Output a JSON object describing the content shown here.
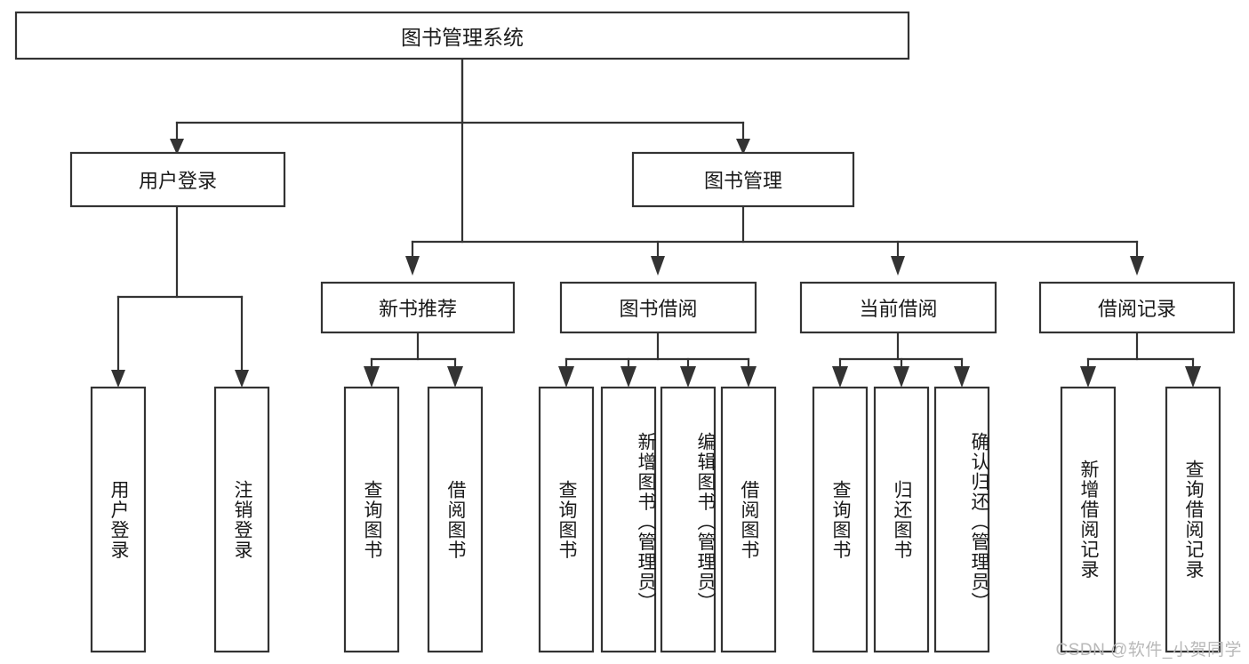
{
  "diagram": {
    "type": "tree",
    "title": "图书管理系统",
    "watermark": "CSDN @软件_小贺同学",
    "root": {
      "id": "root",
      "label": "图书管理系统",
      "orientation": "horizontal"
    },
    "level2": [
      {
        "id": "user-login",
        "label": "用户登录",
        "orientation": "horizontal"
      },
      {
        "id": "book-manage",
        "label": "图书管理",
        "orientation": "horizontal"
      }
    ],
    "level3": [
      {
        "id": "new-book-recommend",
        "label": "新书推荐",
        "parent": "book-manage",
        "orientation": "horizontal"
      },
      {
        "id": "book-borrow",
        "label": "图书借阅",
        "parent": "book-manage",
        "orientation": "horizontal"
      },
      {
        "id": "current-borrow",
        "label": "当前借阅",
        "parent": "book-manage",
        "orientation": "horizontal"
      },
      {
        "id": "borrow-record",
        "label": "借阅记录",
        "parent": "book-manage",
        "orientation": "horizontal"
      }
    ],
    "leaves": [
      {
        "id": "leaf-user-login",
        "label": "用户登录",
        "parent": "user-login",
        "orientation": "vertical"
      },
      {
        "id": "leaf-user-logout",
        "label": "注销登录",
        "parent": "user-login",
        "orientation": "vertical"
      },
      {
        "id": "leaf-query-book-1",
        "label": "查询图书",
        "parent": "new-book-recommend",
        "orientation": "vertical"
      },
      {
        "id": "leaf-borrow-book-1",
        "label": "借阅图书",
        "parent": "new-book-recommend",
        "orientation": "vertical"
      },
      {
        "id": "leaf-query-book-2",
        "label": "查询图书",
        "parent": "book-borrow",
        "orientation": "vertical"
      },
      {
        "id": "leaf-add-book",
        "label": "新增图书（管理员）",
        "parent": "book-borrow",
        "orientation": "vertical"
      },
      {
        "id": "leaf-edit-book",
        "label": "编辑图书（管理员）",
        "parent": "book-borrow",
        "orientation": "vertical"
      },
      {
        "id": "leaf-borrow-book-2",
        "label": "借阅图书",
        "parent": "book-borrow",
        "orientation": "vertical"
      },
      {
        "id": "leaf-query-book-3",
        "label": "查询图书",
        "parent": "current-borrow",
        "orientation": "vertical"
      },
      {
        "id": "leaf-return-book",
        "label": "归还图书",
        "parent": "current-borrow",
        "orientation": "vertical"
      },
      {
        "id": "leaf-confirm-return",
        "label": "确认归还（管理员）",
        "parent": "current-borrow",
        "orientation": "vertical"
      },
      {
        "id": "leaf-add-record",
        "label": "新增借阅记录",
        "parent": "borrow-record",
        "orientation": "vertical"
      },
      {
        "id": "leaf-query-record",
        "label": "查询借阅记录",
        "parent": "borrow-record",
        "orientation": "vertical"
      }
    ],
    "colors": {
      "stroke": "#333333",
      "box_fill": "#ffffff",
      "text": "#1a1a1a",
      "background": "#ffffff",
      "watermark": "#b9b9b9"
    }
  }
}
